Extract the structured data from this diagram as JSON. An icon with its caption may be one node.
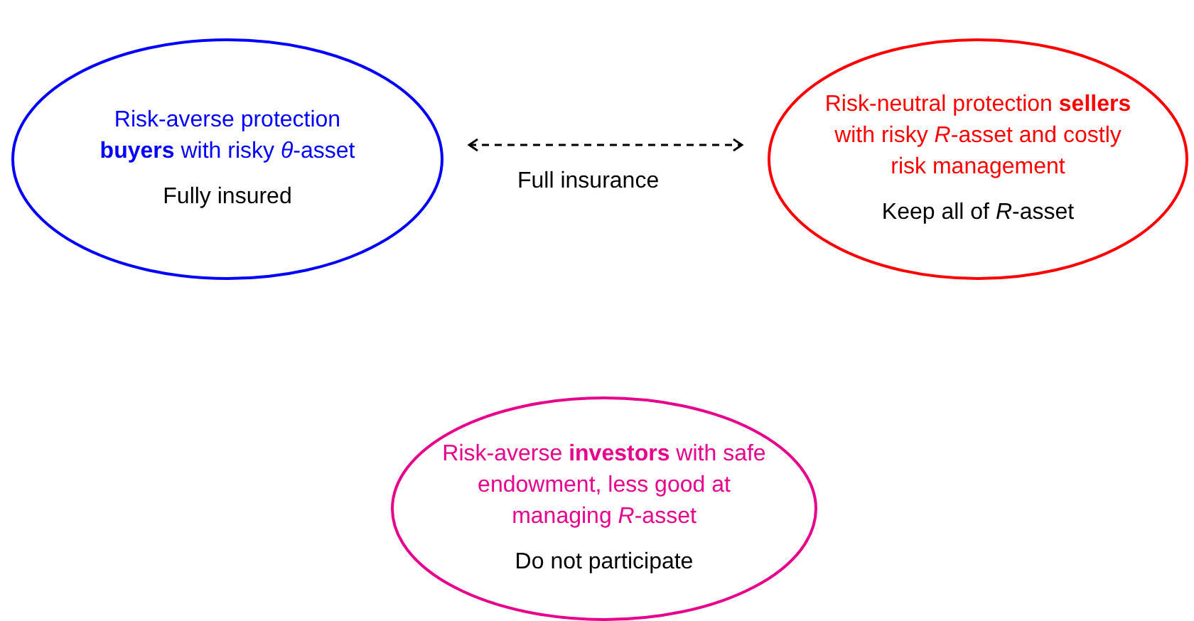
{
  "diagram": {
    "nodes": [
      {
        "text": [
          "Risk-averse protection **buyers** with risky *θ*-asset",
          "Fully insured"
        ]
      },
      {
        "text": [
          "Risk-neutral protection **sellers** with risky *R*-asset and costly risk management",
          "Keep all of *R*-asset"
        ]
      },
      {
        "text": [
          "Risk-averse **investors** with safe endowment, less good at managing *R*-asset",
          "Do not participate"
        ]
      }
    ],
    "edges": [
      {
        "from": 0,
        "to": 1,
        "arrow": "both",
        "style": "dashed",
        "label": "Full insurance"
      }
    ]
  }
}
